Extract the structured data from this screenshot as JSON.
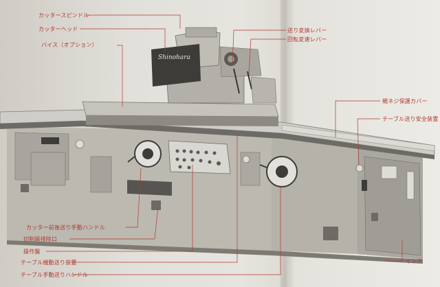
{
  "labels": {
    "cutter_spindle": "カッタースピンドル",
    "cutter_head": "カッターヘッド",
    "vise_option": "バイス（オプション）",
    "feed_shift_lever": "送り変換レバー",
    "speed_shift_lever": "回転変速レバー",
    "lead_screw_cover": "親ネジ保護カバー",
    "table_feed_limit": "テーブル送り安全装置",
    "cutter_feed_handwheel": "カッター前後送り手動ハンドル",
    "chip_discharge": "切削屑排除口",
    "control_panel": "操作盤",
    "table_power_feed": "テーブル機動送り装置",
    "table_hand_feed": "テーブル手動送りハンドル",
    "inverter": "インチ"
  },
  "machine": {
    "nameplate": "Shinohara"
  },
  "colors": {
    "leader": "#b03a2e",
    "machine_body": "#bdbab2",
    "machine_shadow": "#6e6b66"
  }
}
